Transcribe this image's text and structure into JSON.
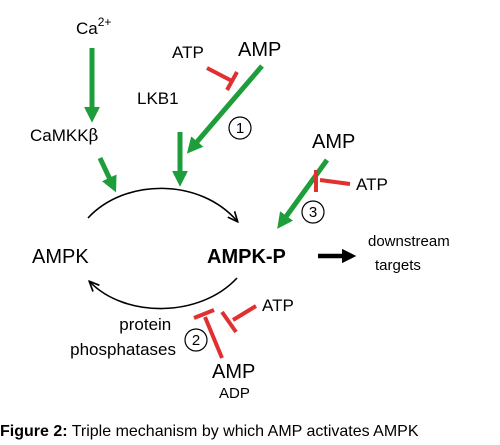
{
  "nodes": {
    "ca_base": "Ca",
    "ca_sup": "2+",
    "camkk_base": "CaMKK",
    "camkk_greek": "β",
    "lkb1": "LKB1",
    "atp_top": "ATP",
    "amp_top": "AMP",
    "amp_right": "AMP",
    "atp_right": "ATP",
    "ampk": "AMPK",
    "ampk_p": "AMPK-P",
    "downstream_line1": "downstream",
    "downstream_line2": "targets",
    "atp_bottom": "ATP",
    "phosphatases_line1": "protein",
    "phosphatases_line2": "phosphatases",
    "amp_bottom": "AMP",
    "adp_bottom": "ADP"
  },
  "mechanisms": [
    "1",
    "3",
    "2"
  ],
  "caption": {
    "prefix": "Figure 2:",
    "text": " Triple mechanism by which AMP activates AMPK"
  },
  "colors": {
    "activation": "#1e9e3a",
    "inhibition": "#e03030",
    "neutral": "#000000"
  }
}
